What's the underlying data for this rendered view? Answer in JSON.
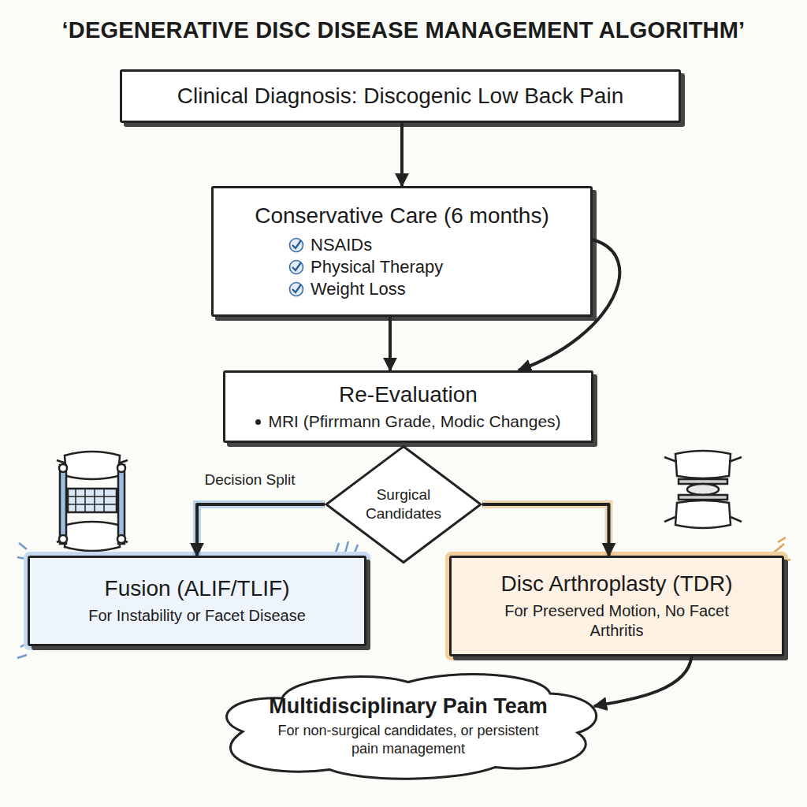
{
  "diagram": {
    "title": "‘DEGENERATIVE DISC DISEASE MANAGEMENT ALGORITHM’",
    "nodes": [
      {
        "text": [
          "Clinical Diagnosis: Discogenic Low Back Pain"
        ]
      },
      {
        "text": [
          "Conservative Care (6 months)",
          "NSAIDs",
          "Physical Therapy",
          "Weight Loss"
        ]
      },
      {
        "text": [
          "Re-Evaluation",
          "MRI (Pfirrmann Grade, Modic Changes)"
        ]
      },
      {
        "text": [
          "Surgical Candidates"
        ]
      },
      {
        "text": [
          "Fusion (ALIF/TLIF)",
          "For Instability or Facet Disease"
        ]
      },
      {
        "text": [
          "Disc Arthroplasty (TDR)",
          "For Preserved Motion, No Facet Arthritis"
        ]
      },
      {
        "text": [
          "Multidisciplinary Pain Team",
          "For non-surgical candidates, or persistent pain management"
        ]
      }
    ],
    "edges": [
      {
        "from": 0,
        "to": 1,
        "arrow": "to"
      },
      {
        "from": 1,
        "to": 2,
        "arrow": "to"
      },
      {
        "from": 1,
        "to": 2,
        "arrow": "to"
      },
      {
        "from": 3,
        "to": 4,
        "label": "Decision Split",
        "arrow": "to"
      },
      {
        "from": 3,
        "to": 5,
        "arrow": "to"
      },
      {
        "from": 5,
        "to": 6,
        "arrow": "to"
      }
    ]
  }
}
